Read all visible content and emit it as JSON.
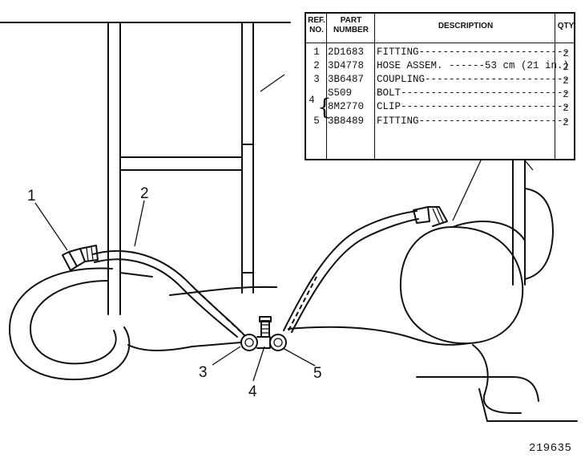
{
  "callouts": {
    "c1": "1",
    "c2": "2",
    "c3": "3",
    "c4": "4",
    "c5": "5"
  },
  "table": {
    "headers": {
      "ref": "REF. NO.",
      "part": "PART NUMBER",
      "desc": "DESCRIPTION",
      "qty": "QTY"
    },
    "rows": [
      {
        "ref": "1",
        "part": "2D1683",
        "desc": "FITTING-------------------------",
        "qty": "2"
      },
      {
        "ref": "2",
        "part": "3D4778",
        "desc": "HOSE ASSEM. ------53 cm (21 in.)",
        "qty": "2"
      },
      {
        "ref": "3",
        "part": "3B6487",
        "desc": "COUPLING------------------------",
        "qty": "2"
      },
      {
        "ref": "",
        "part": "S509",
        "desc": "BOLT----------------------------",
        "qty": "2"
      },
      {
        "ref": "4",
        "part": "8M2770",
        "desc": "CLIP----------------------------",
        "qty": "2"
      },
      {
        "ref": "5",
        "part": "3B8489",
        "desc": "FITTING-------------------------",
        "qty": "2"
      }
    ]
  },
  "drawing_number": "219635"
}
